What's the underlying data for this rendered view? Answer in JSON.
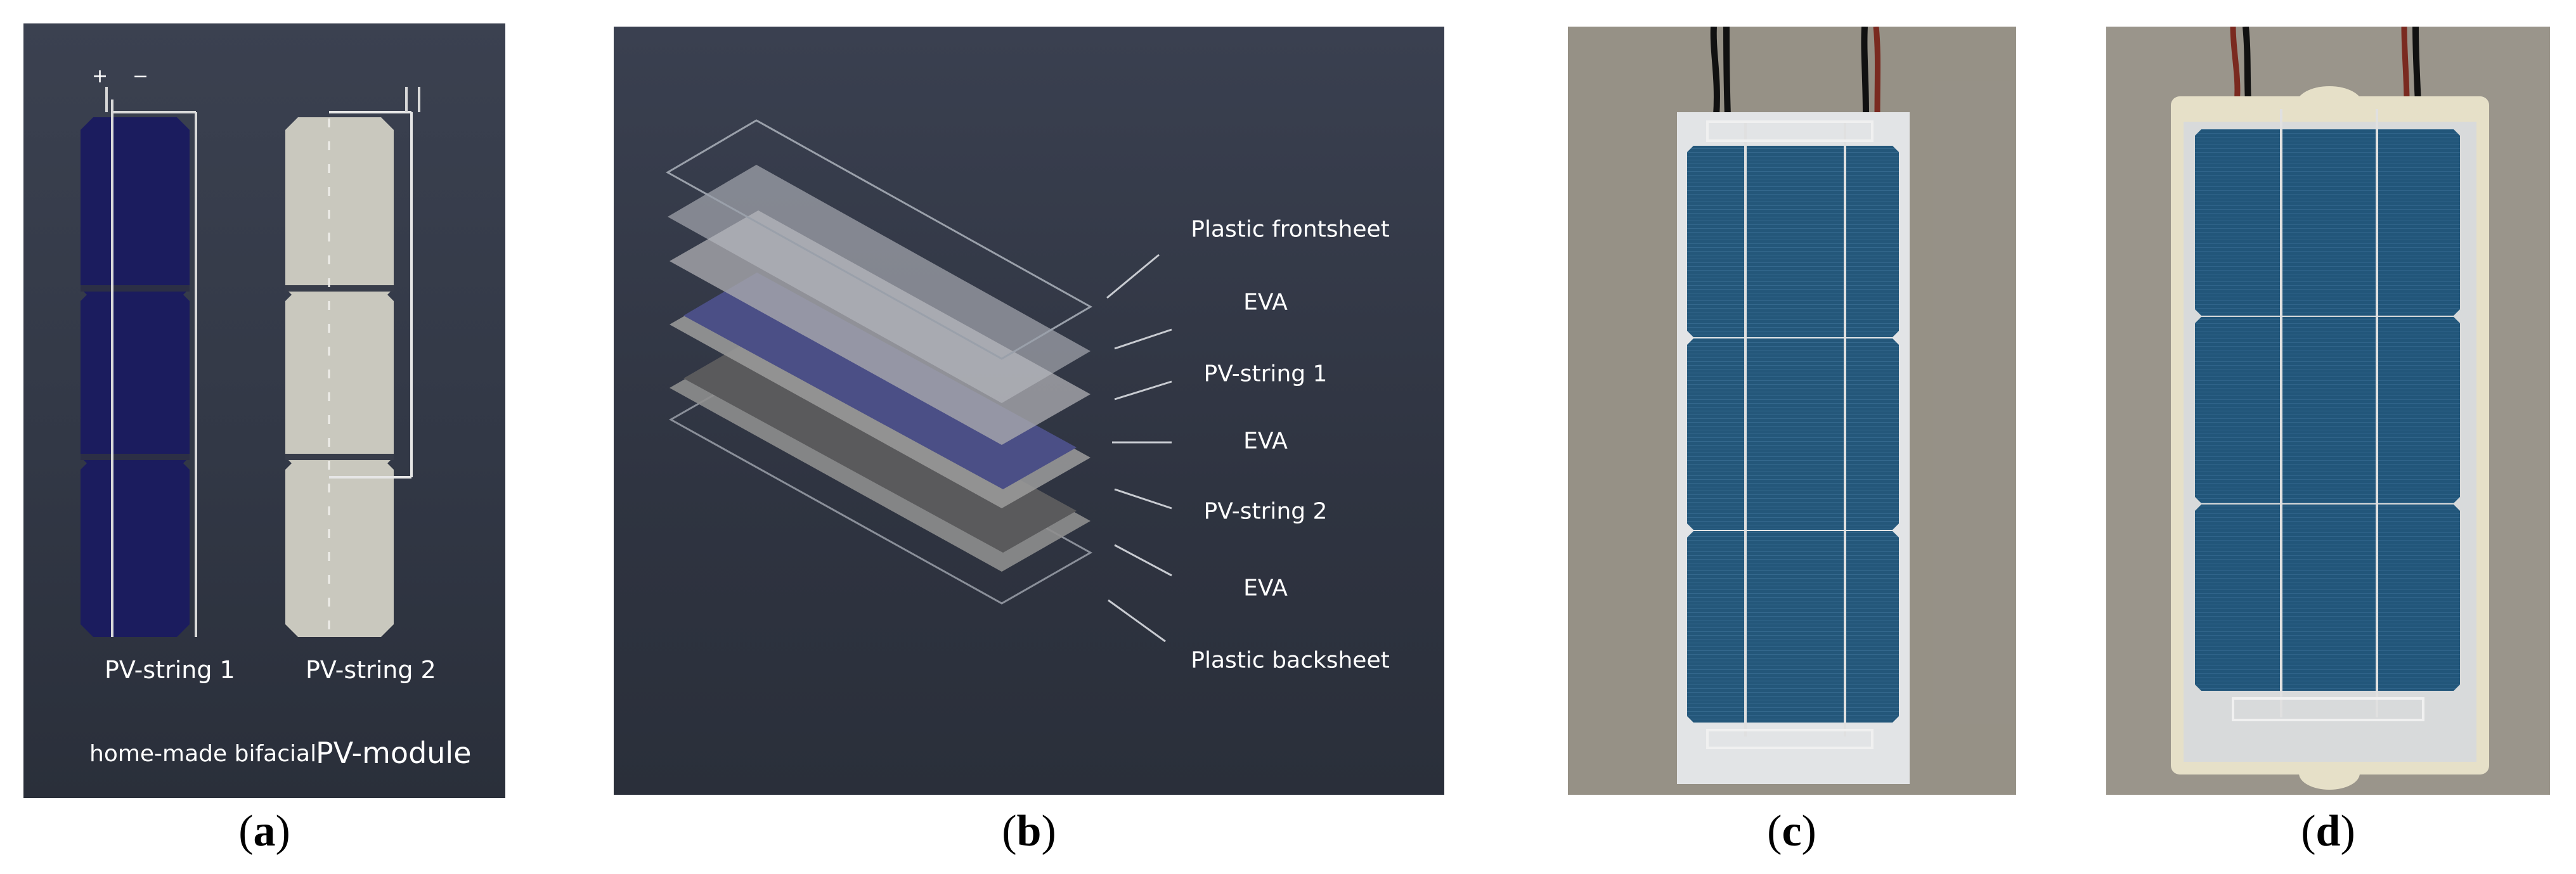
{
  "panel_a": {
    "plus_sign": "+",
    "minus_sign": "−",
    "string1_label": "PV-string 1",
    "string2_label": "PV-string 2",
    "caption_small": "home-made bifacial",
    "caption_large": "PV-module"
  },
  "panel_b": {
    "layers": [
      "Plastic frontsheet",
      "EVA",
      "PV-string 1",
      "EVA",
      "PV-string 2",
      "EVA",
      "Plastic backsheet"
    ]
  },
  "captions": {
    "a": "a",
    "b": "b",
    "c": "c",
    "d": "d"
  },
  "colors": {
    "cell_front": "#1b1c5e",
    "cell_back": "#c9c8be",
    "panel_bg": "#333947",
    "photo_bg": "#8f8a80",
    "photo_cell": "#24577a"
  }
}
